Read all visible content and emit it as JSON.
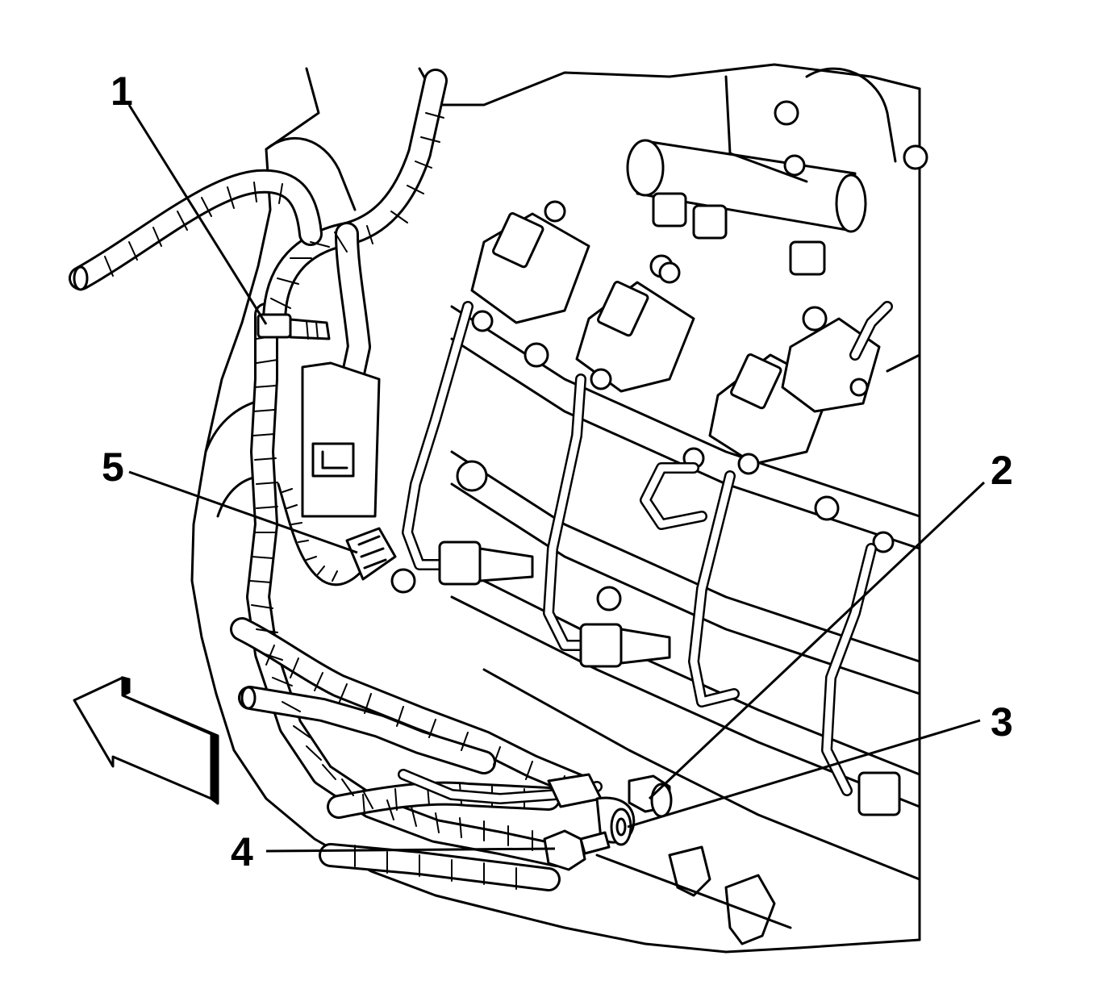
{
  "callouts": [
    {
      "id": "1",
      "label": "1"
    },
    {
      "id": "2",
      "label": "2"
    },
    {
      "id": "3",
      "label": "3"
    },
    {
      "id": "4",
      "label": "4"
    },
    {
      "id": "5",
      "label": "5"
    }
  ],
  "icons": {
    "direction_arrow": "front-arrow-icon"
  }
}
